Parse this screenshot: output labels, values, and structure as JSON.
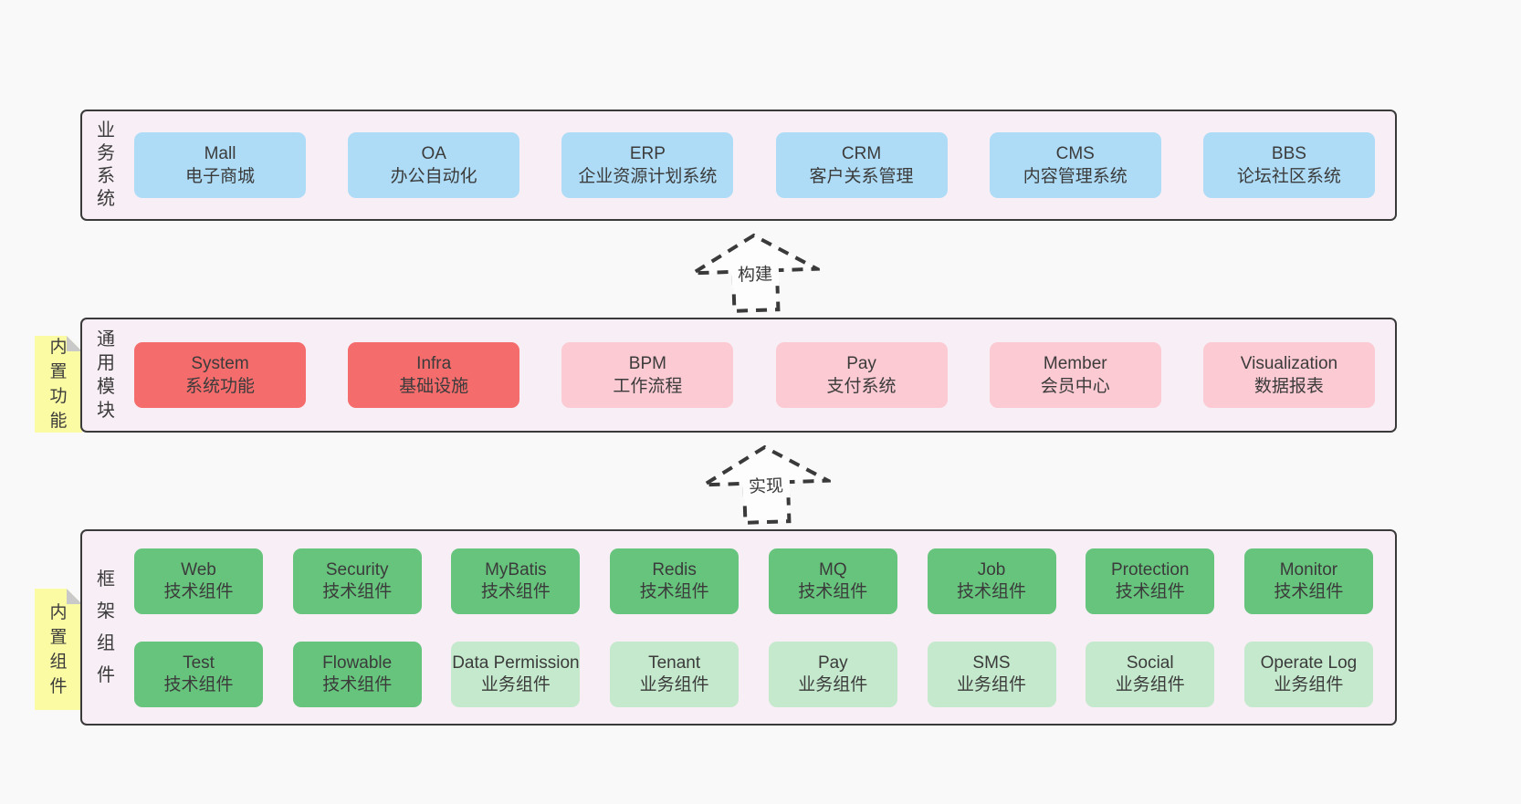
{
  "colors": {
    "page-bg": "#f9f9f9",
    "panel-bg": "#f8eef5",
    "line": "#3a3a3a",
    "text": "#3b3b3b",
    "c-blue": "#aedcf7",
    "c-red": "#f56c6c",
    "c-pink": "#fccad3",
    "c-green": "#67c47d",
    "c-lightgreen": "#c5e9cd",
    "c-sticky": "#fbfba3",
    "fold": "#c9c9c9"
  },
  "arrows": [
    {
      "label": "构建"
    },
    {
      "label": "实现"
    }
  ],
  "sections": [
    {
      "name": "业务系统",
      "boxes": [
        {
          "title": "Mall",
          "subtitle": "电子商城",
          "variant": "blue"
        },
        {
          "title": "OA",
          "subtitle": "办公自动化",
          "variant": "blue"
        },
        {
          "title": "ERP",
          "subtitle": "企业资源计划系统",
          "variant": "blue"
        },
        {
          "title": "CRM",
          "subtitle": "客户关系管理",
          "variant": "blue"
        },
        {
          "title": "CMS",
          "subtitle": "内容管理系统",
          "variant": "blue"
        },
        {
          "title": "BBS",
          "subtitle": "论坛社区系统",
          "variant": "blue"
        }
      ]
    },
    {
      "name": "通用模块",
      "sticky": "内置功能",
      "boxes": [
        {
          "title": "System",
          "subtitle": "系统功能",
          "variant": "red"
        },
        {
          "title": "Infra",
          "subtitle": "基础设施",
          "variant": "red"
        },
        {
          "title": "BPM",
          "subtitle": "工作流程",
          "variant": "pink"
        },
        {
          "title": "Pay",
          "subtitle": "支付系统",
          "variant": "pink"
        },
        {
          "title": "Member",
          "subtitle": "会员中心",
          "variant": "pink"
        },
        {
          "title": "Visualization",
          "subtitle": "数据报表",
          "variant": "pink"
        }
      ]
    },
    {
      "name": "框架组件",
      "sticky": "内置组件",
      "rows": [
        [
          {
            "title": "Web",
            "subtitle": "技术组件",
            "variant": "green"
          },
          {
            "title": "Security",
            "subtitle": "技术组件",
            "variant": "green"
          },
          {
            "title": "MyBatis",
            "subtitle": "技术组件",
            "variant": "green"
          },
          {
            "title": "Redis",
            "subtitle": "技术组件",
            "variant": "green"
          },
          {
            "title": "MQ",
            "subtitle": "技术组件",
            "variant": "green"
          },
          {
            "title": "Job",
            "subtitle": "技术组件",
            "variant": "green"
          },
          {
            "title": "Protection",
            "subtitle": "技术组件",
            "variant": "green"
          },
          {
            "title": "Monitor",
            "subtitle": "技术组件",
            "variant": "green"
          }
        ],
        [
          {
            "title": "Test",
            "subtitle": "技术组件",
            "variant": "green"
          },
          {
            "title": "Flowable",
            "subtitle": "技术组件",
            "variant": "green"
          },
          {
            "title": "Data Permission",
            "subtitle": "业务组件",
            "variant": "lightgreen"
          },
          {
            "title": "Tenant",
            "subtitle": "业务组件",
            "variant": "lightgreen"
          },
          {
            "title": "Pay",
            "subtitle": "业务组件",
            "variant": "lightgreen"
          },
          {
            "title": "SMS",
            "subtitle": "业务组件",
            "variant": "lightgreen"
          },
          {
            "title": "Social",
            "subtitle": "业务组件",
            "variant": "lightgreen"
          },
          {
            "title": "Operate Log",
            "subtitle": "业务组件",
            "variant": "lightgreen"
          }
        ]
      ]
    }
  ]
}
